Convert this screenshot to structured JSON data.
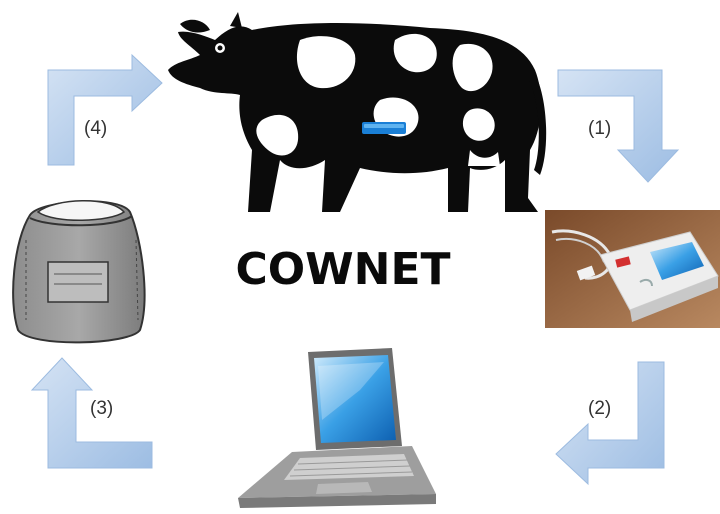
{
  "title": "COWNET",
  "steps": [
    {
      "label": "(1)"
    },
    {
      "label": "(2)"
    },
    {
      "label": "(3)"
    },
    {
      "label": "(4)"
    }
  ],
  "colors": {
    "arrow": "#b6cdea",
    "arrow_edge": "#8fb0d8",
    "text": "#0a0a0a"
  },
  "icons": [
    "cow-icon",
    "collar-sensor-icon",
    "reader-device-icon",
    "laptop-icon",
    "feed-sack-icon"
  ]
}
